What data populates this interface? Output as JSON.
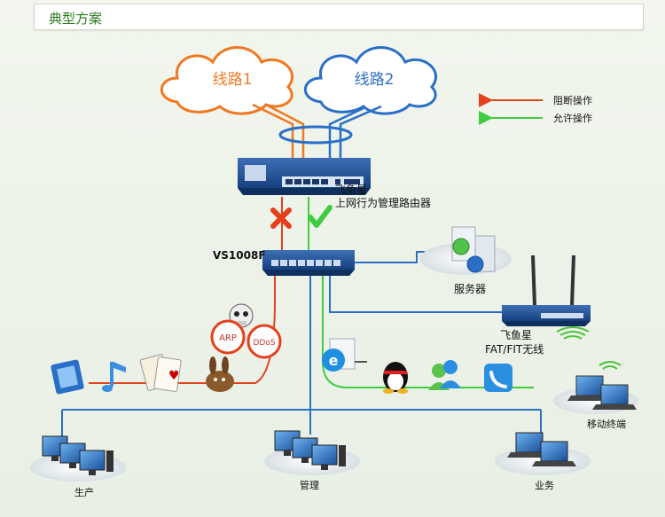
{
  "title": "典型方案",
  "clouds": {
    "line1": "线路1",
    "line2": "线路2"
  },
  "legend": {
    "block": "阻断操作",
    "allow": "允许操作"
  },
  "router": {
    "name": "飞鱼星",
    "desc": "上网行为管理路由器"
  },
  "switch_label": "VS1008F",
  "server_label": "服务器",
  "ap": {
    "name": "飞鱼星",
    "desc": "FAT/FIT无线"
  },
  "blocked": {
    "arp": "ARP",
    "ddos": "DDoS"
  },
  "groups": {
    "mobile": "移动终端",
    "production": "生产",
    "management": "管理",
    "business": "业务"
  },
  "colors": {
    "orange": "#f07820",
    "blue": "#2a6fc7",
    "green": "#3fcc3f",
    "red": "#e5401c"
  }
}
